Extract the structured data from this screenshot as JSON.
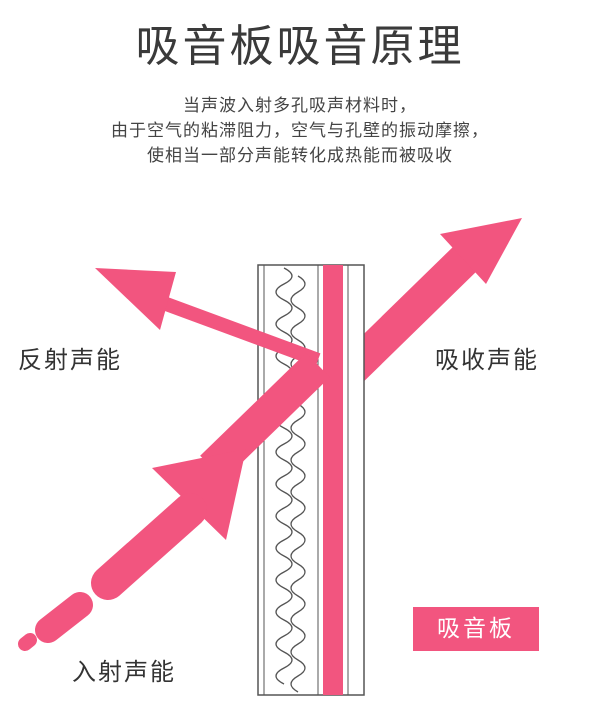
{
  "title": "吸音板吸音原理",
  "description": {
    "lines": [
      "当声波入射多孔吸声材料时，",
      "由于空气的粘滞阻力，空气与孔壁的振动摩擦，",
      "使相当一部分声能转化成热能而被吸收"
    ]
  },
  "labels": {
    "reflected": "反射声能",
    "absorbed": "吸收声能",
    "incident": "入射声能"
  },
  "badge": "吸音板",
  "colors": {
    "accent": "#f2557f",
    "panel_outline": "#555555",
    "text": "#333333"
  },
  "icons": {
    "panel": "sound-absorbing-panel",
    "arrows": [
      "incident-arrow",
      "reflected-arrow",
      "absorbed-arrow"
    ]
  }
}
